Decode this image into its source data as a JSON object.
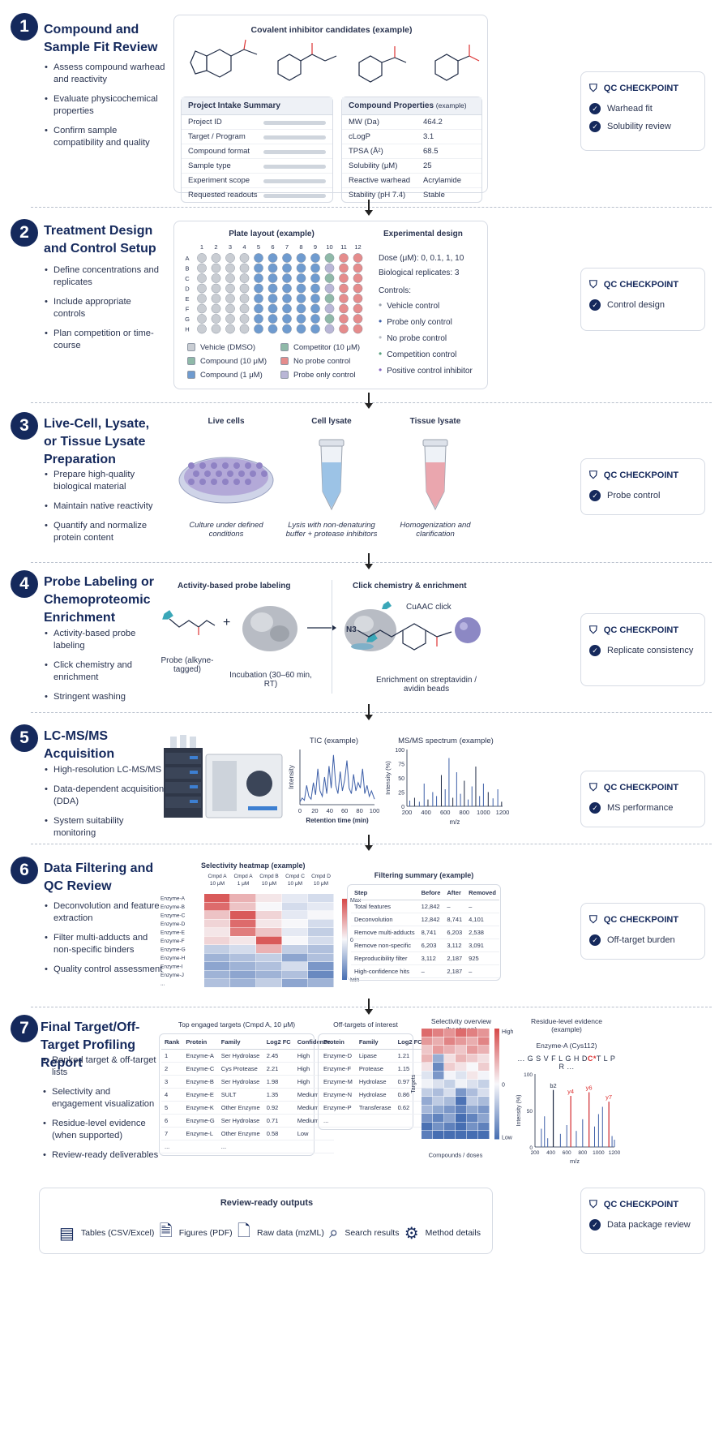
{
  "colors": {
    "navy": "#15295c",
    "blue": "#6f9bcf",
    "green": "#8fb9a8",
    "red": "#e58c8c",
    "grey": "#c9cdd3",
    "lav": "#b9b6d6"
  },
  "qc_label": "QC CHECKPOINT",
  "s1": {
    "num": "1",
    "title": "Compound and Sample Fit Review",
    "bullets": [
      "Assess compound warhead and reactivity",
      "Evaluate physicochemical properties",
      "Confirm sample compatibility and quality"
    ],
    "candidates_title": "Covalent inhibitor candidates (example)",
    "intake": {
      "title": "Project Intake Summary",
      "rows": [
        "Project ID",
        "Target / Program",
        "Compound format",
        "Sample type",
        "Experiment scope",
        "Requested readouts"
      ]
    },
    "props": {
      "title": "Compound Properties",
      "title_suffix": "(example)",
      "rows": [
        {
          "k": "MW (Da)",
          "v": "464.2"
        },
        {
          "k": "cLogP",
          "v": "3.1"
        },
        {
          "k": "TPSA (Å²)",
          "v": "68.5"
        },
        {
          "k": "Solubility (μM)",
          "v": "25"
        },
        {
          "k": "Reactive warhead",
          "v": "Acrylamide"
        },
        {
          "k": "Stability (pH 7.4)",
          "v": "Stable"
        }
      ]
    },
    "qc": [
      "Warhead fit",
      "Solubility review"
    ]
  },
  "s2": {
    "num": "2",
    "title": "Treatment Design and Control Setup",
    "bullets": [
      "Define concentrations and replicates",
      "Include appropriate controls",
      "Plan competition or time-course"
    ],
    "plate_title": "Plate layout (example)",
    "cols": [
      "1",
      "2",
      "3",
      "4",
      "5",
      "6",
      "7",
      "8",
      "9",
      "10",
      "11",
      "12"
    ],
    "rows": [
      "A",
      "B",
      "C",
      "D",
      "E",
      "F",
      "G",
      "H"
    ],
    "legend": [
      "Vehicle (DMSO)",
      "Competitor (10 μM)",
      "Compound (10 μM)",
      "No probe control",
      "Compound (1 μM)",
      "Probe only control"
    ],
    "design_title": "Experimental design",
    "dose": "Dose (μM): 0, 0.1, 1, 10",
    "reps": "Biological replicates: 3",
    "controls_title": "Controls:",
    "controls": [
      "Vehicle control",
      "Probe only control",
      "No probe control",
      "Competition control",
      "Positive control inhibitor"
    ],
    "qc": [
      "Control design"
    ]
  },
  "s3": {
    "num": "3",
    "title": "Live-Cell, Lysate, or Tissue Lysate Preparation",
    "bullets": [
      "Prepare high-quality biological material",
      "Maintain native reactivity",
      "Quantify and normalize protein content"
    ],
    "panels": [
      {
        "title": "Live cells",
        "caption": "Culture under defined conditions"
      },
      {
        "title": "Cell lysate",
        "caption": "Lysis with non-denaturing buffer + protease inhibitors"
      },
      {
        "title": "Tissue lysate",
        "caption": "Homogenization and clarification"
      }
    ],
    "qc": [
      "Probe control"
    ]
  },
  "s4": {
    "num": "4",
    "title": "Probe Labeling or Chemoproteomic Enrichment",
    "bullets": [
      "Activity-based probe labeling",
      "Click chemistry and enrichment",
      "Stringent washing"
    ],
    "abp_title": "Activity-based probe labeling",
    "probe_label": "Probe (alkyne-tagged)",
    "incubation": "Incubation (30–60 min, RT)",
    "click_title": "Click chemistry & enrichment",
    "cuaac": "CuAAC click",
    "n3": "N3",
    "enrich": "Enrichment on streptavidin / avidin beads",
    "qc": [
      "Replicate consistency"
    ]
  },
  "s5": {
    "num": "5",
    "title": "LC-MS/MS Acquisition",
    "bullets": [
      "High-resolution LC-MS/MS",
      "Data-dependent acquisition (DDA)",
      "System suitability monitoring"
    ],
    "tic": {
      "title": "TIC (example)",
      "ylabel": "Intensity",
      "xlabel": "Retention time (min)",
      "xticks": [
        "0",
        "20",
        "40",
        "60",
        "80",
        "100"
      ],
      "x": [
        0,
        3,
        6,
        9,
        12,
        15,
        18,
        21,
        24,
        27,
        30,
        33,
        36,
        39,
        42,
        45,
        48,
        51,
        54,
        57,
        60,
        63,
        66,
        69,
        72,
        75,
        78,
        81,
        84,
        87,
        90,
        93,
        96,
        100
      ],
      "y": [
        5,
        12,
        8,
        35,
        15,
        10,
        40,
        18,
        65,
        25,
        15,
        50,
        20,
        70,
        30,
        90,
        35,
        20,
        60,
        25,
        45,
        80,
        30,
        20,
        55,
        25,
        40,
        30,
        65,
        20,
        35,
        15,
        25,
        10
      ]
    },
    "ms": {
      "title": "MS/MS spectrum (example)",
      "ylabel": "Intensity (%)",
      "xlabel": "m/z",
      "xticks": [
        "200",
        "400",
        "600",
        "800",
        "1000",
        "1200"
      ],
      "yticks": [
        "0",
        "25",
        "50",
        "75",
        "100"
      ],
      "mz": [
        230,
        280,
        330,
        380,
        420,
        470,
        510,
        560,
        600,
        640,
        680,
        720,
        760,
        800,
        840,
        880,
        920,
        960,
        1000,
        1050,
        1100,
        1150,
        1190
      ],
      "i": [
        10,
        15,
        8,
        40,
        12,
        25,
        18,
        55,
        30,
        85,
        15,
        60,
        22,
        45,
        12,
        35,
        70,
        18,
        40,
        25,
        14,
        30,
        8
      ]
    },
    "qc": [
      "MS performance"
    ]
  },
  "s6": {
    "num": "6",
    "title": "Data Filtering and QC Review",
    "bullets": [
      "Deconvolution and feature extraction",
      "Filter multi-adducts and non-specific binders",
      "Quality control assessment"
    ],
    "heat_title": "Selectivity heatmap (example)",
    "heat_cols": [
      {
        "a": "Cmpd A",
        "b": "10 μM"
      },
      {
        "a": "Cmpd A",
        "b": "1 μM"
      },
      {
        "a": "Cmpd B",
        "b": "10 μM"
      },
      {
        "a": "Cmpd C",
        "b": "10 μM"
      },
      {
        "a": "Cmpd D",
        "b": "10 μM"
      }
    ],
    "heat_rows": [
      "Enzyme-A",
      "Enzyme-B",
      "Enzyme-C",
      "Enzyme-D",
      "Enzyme-E",
      "Enzyme-F",
      "Enzyme-G",
      "Enzyme-H",
      "Enzyme-I",
      "Enzyme-J",
      "..."
    ],
    "heat_values": [
      [
        0.9,
        0.4,
        0.1,
        -0.1,
        -0.2
      ],
      [
        0.8,
        0.3,
        0.0,
        -0.2,
        -0.1
      ],
      [
        0.3,
        0.9,
        0.2,
        -0.1,
        0.0
      ],
      [
        0.2,
        0.8,
        0.1,
        0.0,
        -0.2
      ],
      [
        0.1,
        0.7,
        0.3,
        -0.1,
        -0.3
      ],
      [
        0.2,
        0.1,
        0.9,
        0.0,
        -0.2
      ],
      [
        -0.3,
        -0.2,
        0.4,
        -0.3,
        -0.4
      ],
      [
        -0.5,
        -0.4,
        -0.3,
        -0.6,
        -0.4
      ],
      [
        -0.6,
        -0.5,
        -0.4,
        -0.2,
        -0.7
      ],
      [
        -0.5,
        -0.6,
        -0.5,
        -0.4,
        -0.8
      ],
      [
        -0.4,
        -0.5,
        -0.3,
        -0.6,
        -0.5
      ]
    ],
    "scale": {
      "max": "Max",
      "mid": "0",
      "min": "Min"
    },
    "filter_title": "Filtering summary (example)",
    "filter_head": [
      "Step",
      "Before",
      "After",
      "Removed"
    ],
    "filter_rows": [
      [
        "Total features",
        "12,842",
        "–",
        "–"
      ],
      [
        "Deconvolution",
        "12,842",
        "8,741",
        "4,101"
      ],
      [
        "Remove multi-adducts",
        "8,741",
        "6,203",
        "2,538"
      ],
      [
        "Remove non-specific",
        "6,203",
        "3,112",
        "3,091"
      ],
      [
        "Reproducibility filter",
        "3,112",
        "2,187",
        "925"
      ],
      [
        "High-confidence hits",
        "–",
        "2,187",
        "–"
      ]
    ],
    "qc": [
      "Off-target burden"
    ]
  },
  "s7": {
    "num": "7",
    "title": "Final Target/Off-Target Profiling Report",
    "bullets": [
      "Ranked target & off-target lists",
      "Selectivity and engagement visualization",
      "Residue-level evidence (when supported)",
      "Review-ready deliverables"
    ],
    "top_title": "Top engaged targets (Cmpd A, 10 μM)",
    "top_head": [
      "Rank",
      "Protein",
      "Family",
      "Log2 FC",
      "Confidence"
    ],
    "top_rows": [
      [
        "1",
        "Enzyme-A",
        "Ser Hydrolase",
        "2.45",
        "High"
      ],
      [
        "2",
        "Enzyme-C",
        "Cys Protease",
        "2.21",
        "High"
      ],
      [
        "3",
        "Enzyme-B",
        "Ser Hydrolase",
        "1.98",
        "High"
      ],
      [
        "4",
        "Enzyme-E",
        "SULT",
        "1.35",
        "Medium"
      ],
      [
        "5",
        "Enzyme-K",
        "Other Enzyme",
        "0.92",
        "Medium"
      ],
      [
        "6",
        "Enzyme-G",
        "Ser Hydrolase",
        "0.71",
        "Medium"
      ],
      [
        "7",
        "Enzyme-L",
        "Other Enzyme",
        "0.58",
        "Low"
      ],
      [
        "...",
        "",
        "...",
        "",
        ""
      ]
    ],
    "off_title": "Off-targets of interest",
    "off_head": [
      "Protein",
      "Family",
      "Log2 FC"
    ],
    "off_rows": [
      [
        "Enzyme-D",
        "Lipase",
        "1.21"
      ],
      [
        "Enzyme-F",
        "Protease",
        "1.15"
      ],
      [
        "Enzyme-M",
        "Hydrolase",
        "0.97"
      ],
      [
        "Enzyme-N",
        "Hydrolase",
        "0.86"
      ],
      [
        "Enzyme-P",
        "Transferase",
        "0.62"
      ],
      [
        "...",
        "",
        ""
      ]
    ],
    "sel_title": "Selectivity overview (heatmap)",
    "sel_ylabel": "Targets",
    "sel_xlabel": "Compounds / doses",
    "sel_scale": {
      "high": "High",
      "mid": "0",
      "low": "Low"
    },
    "res_title": "Residue-level evidence (example)",
    "res_sub": "Enzyme-A (Cys112)",
    "seq_pre": "... G S V F L G H D",
    "seq_c": "C*",
    "seq_post": "T L P R ...",
    "spec_ylabel": "Intensity (%)",
    "spec_xlabel": "m/z",
    "spec_xticks": [
      "200",
      "400",
      "600",
      "800",
      "1000",
      "1200"
    ],
    "spec_yticks": [
      "0",
      "50",
      "100"
    ],
    "ions": [
      {
        "label": "b2",
        "mz": 430,
        "i": 78
      },
      {
        "label": "y4",
        "mz": 650,
        "i": 70
      },
      {
        "label": "y6",
        "mz": 880,
        "i": 75
      },
      {
        "label": "y7",
        "mz": 1130,
        "i": 62
      }
    ],
    "peaks_mz": [
      280,
      320,
      360,
      430,
      520,
      600,
      650,
      720,
      800,
      880,
      950,
      1000,
      1050,
      1130,
      1170,
      1200
    ],
    "peaks_i": [
      25,
      42,
      12,
      78,
      18,
      30,
      70,
      22,
      38,
      75,
      28,
      45,
      55,
      62,
      15,
      10
    ],
    "qc": [
      "Data package review"
    ]
  },
  "outputs": {
    "title": "Review-ready outputs",
    "items": [
      {
        "icon": "table-icon",
        "label": "Tables (CSV/Excel)"
      },
      {
        "icon": "pdf-icon",
        "label": "Figures (PDF)"
      },
      {
        "icon": "file-icon",
        "label": "Raw data (mzML)"
      },
      {
        "icon": "search-icon",
        "label": "Search results"
      },
      {
        "icon": "gear-icon",
        "label": "Method details"
      }
    ]
  }
}
